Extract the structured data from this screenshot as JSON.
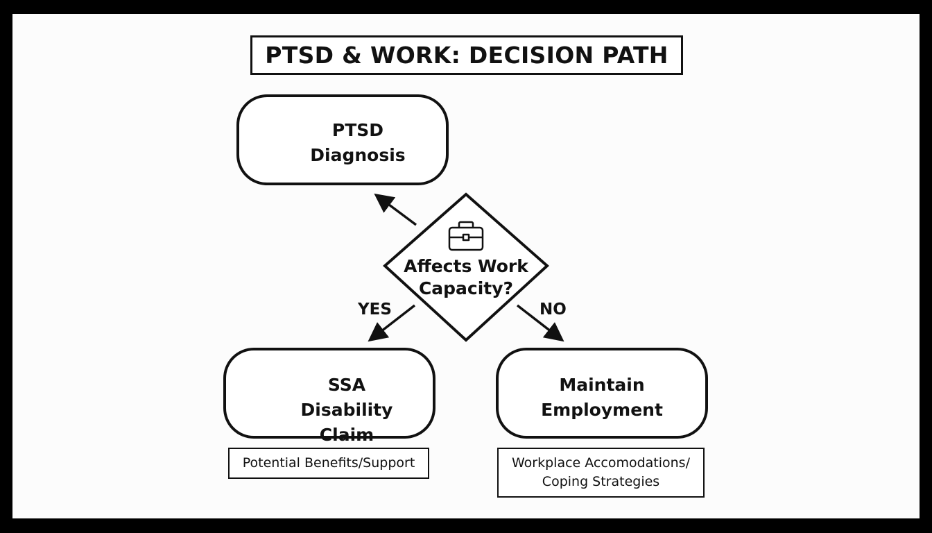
{
  "title": "PTSD & WORK: DECISION PATH",
  "nodes": {
    "diagnosis": {
      "line1": "PTSD",
      "line2": "Diagnosis",
      "icon": "brain-icon"
    },
    "decision": {
      "line1": "Affects Work",
      "line2": "Capacity?",
      "icon": "briefcase-icon"
    },
    "ssa": {
      "line1": "SSA",
      "line2": "Disability Claim",
      "icon": "gavel-icon"
    },
    "employment": {
      "line1": "Maintain",
      "line2": "Employment"
    }
  },
  "branches": {
    "yes": "YES",
    "no": "NO"
  },
  "outcomes": {
    "benefits": "Potential Benefits/Support",
    "accommodations_line1": "Workplace Accomodations/",
    "accommodations_line2": "Coping Strategies"
  }
}
